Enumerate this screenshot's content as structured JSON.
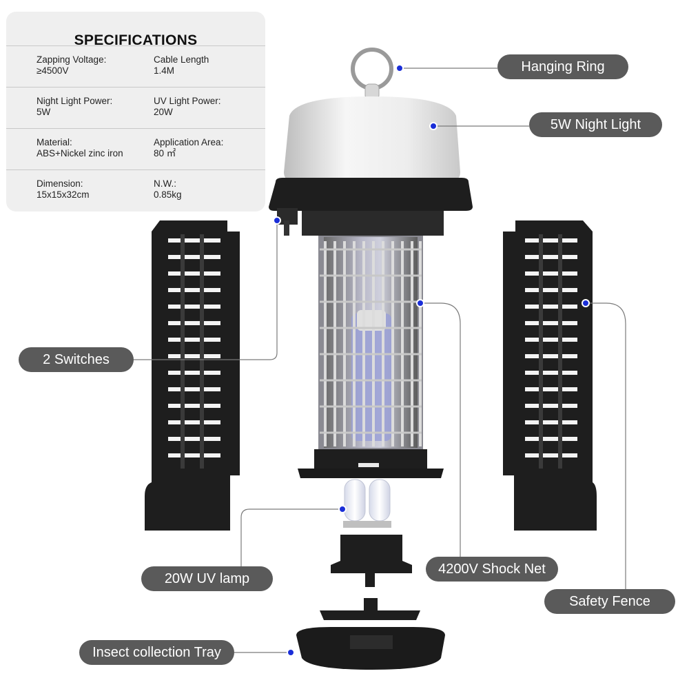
{
  "specifications": {
    "title": "SPECIFICATIONS",
    "rows": [
      [
        {
          "label": "Zapping Voltage:",
          "value": "≥4500V"
        },
        {
          "label": "Cable Length",
          "value": "1.4M"
        }
      ],
      [
        {
          "label": "Night Light Power:",
          "value": "5W"
        },
        {
          "label": "UV Light Power:",
          "value": "20W"
        }
      ],
      [
        {
          "label": "Material:",
          "value": "ABS+Nickel zinc iron"
        },
        {
          "label": "Application Area:",
          "value": "80 ㎡"
        }
      ],
      [
        {
          "label": "Dimension:",
          "value": "15x15x32cm"
        },
        {
          "label": "N.W.:",
          "value": "0.85kg"
        }
      ]
    ]
  },
  "callouts": {
    "hanging_ring": "Hanging Ring",
    "night_light": "5W Night Light",
    "switches": "2 Switches",
    "uv_lamp": "20W UV lamp",
    "shock_net": "4200V Shock Net",
    "safety_fence": "Safety Fence",
    "collection_tray": "Insect collection Tray"
  },
  "colors": {
    "callout_bg": "#5a5a5a",
    "marker_dot": "#1a2ed8",
    "product_black": "#1e1e1e",
    "lamp_shade": "#e8e8e8"
  }
}
